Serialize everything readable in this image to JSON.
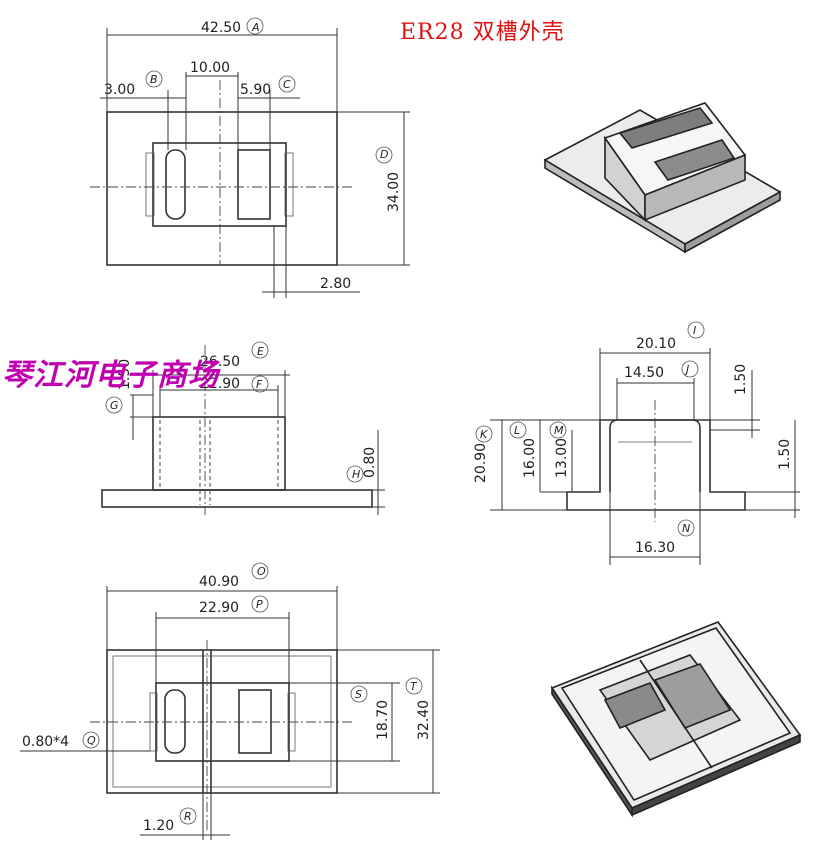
{
  "title": "ER28  双槽外壳",
  "watermark": "琴江河电子商场",
  "top_view": {
    "dims": [
      {
        "value": "42.50",
        "ref": "A"
      },
      {
        "value": "3.00",
        "ref": "B"
      },
      {
        "value": "10.00",
        "ref": ""
      },
      {
        "value": "5.90",
        "ref": "C"
      },
      {
        "value": "34.00",
        "ref": "D"
      },
      {
        "value": "2.80",
        "ref": ""
      }
    ]
  },
  "side_view": {
    "dims": [
      {
        "value": "26.50",
        "ref": "E"
      },
      {
        "value": "22.90",
        "ref": "F"
      },
      {
        "value": "1.50",
        "ref": "G"
      },
      {
        "value": "0.80",
        "ref": "H"
      }
    ]
  },
  "end_view": {
    "dims": [
      {
        "value": "20.10",
        "ref": "I"
      },
      {
        "value": "14.50",
        "ref": "J"
      },
      {
        "value": "1.50",
        "ref": ""
      },
      {
        "value": "20.90",
        "ref": "K"
      },
      {
        "value": "16.00",
        "ref": "L"
      },
      {
        "value": "13.00",
        "ref": "M"
      },
      {
        "value": "1.50",
        "ref": ""
      },
      {
        "value": "16.30",
        "ref": "N"
      }
    ]
  },
  "bottom_view": {
    "dims": [
      {
        "value": "40.90",
        "ref": "O"
      },
      {
        "value": "22.90",
        "ref": "P"
      },
      {
        "value": "0.80*4",
        "ref": "Q"
      },
      {
        "value": "1.20",
        "ref": "R"
      },
      {
        "value": "18.70",
        "ref": "S"
      },
      {
        "value": "32.40",
        "ref": "T"
      }
    ]
  }
}
